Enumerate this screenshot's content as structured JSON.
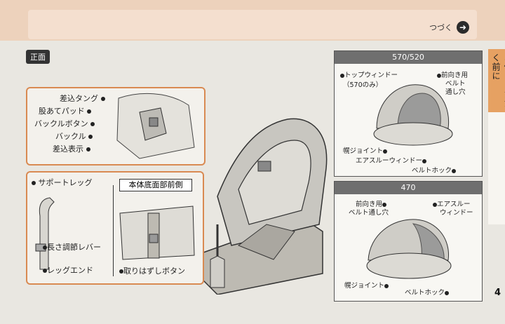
{
  "header": {
    "continue_label": "つづく"
  },
  "section": {
    "badge": "正面"
  },
  "callout_upper": {
    "labels": [
      "差込タング",
      "股あてパッド",
      "バックルボタン",
      "バックル",
      "差込表示"
    ]
  },
  "callout_lower": {
    "support_leg_label": "サポートレッグ",
    "length_lever_label": "長さ調節レバー",
    "leg_end_label": "レッグエンド",
    "base_title": "本体底面部前側",
    "release_button_label": "取りはずしボタン"
  },
  "model_570": {
    "title": "570/520",
    "top_window": "トップウィンドー",
    "top_window_note": "（570のみ）",
    "front_belt": "前向き用",
    "front_belt_2": "ベルト",
    "front_belt_3": "通し穴",
    "hood_joint": "幌ジョイント",
    "air_window": "エアスルーウィンドー",
    "belt_hook": "ベルトホック"
  },
  "model_470": {
    "title": "470",
    "front_belt": "前向き用",
    "front_belt_2": "ベルト通し穴",
    "air_window": "エアスルー",
    "air_window_2": "ウィンドー",
    "hood_joint": "幌ジョイント",
    "belt_hook": "ベルトホック"
  },
  "sidebar": {
    "tab_text": "お使いいただく前に"
  },
  "page_number": "4"
}
